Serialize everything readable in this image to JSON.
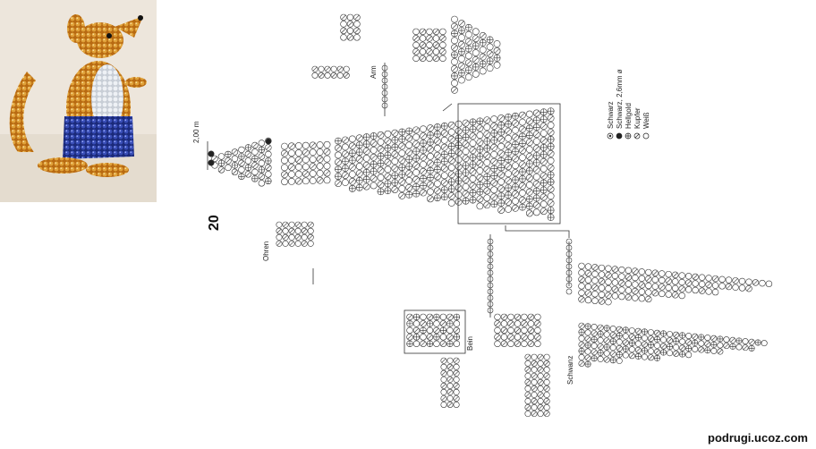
{
  "figure_number": "20",
  "labels": {
    "arm": "Arm",
    "ohren": "Ohren",
    "bein": "Bein",
    "schwanz": "Schwanz",
    "size": "2,00 m"
  },
  "legend": [
    {
      "symbol": "dot",
      "label": "Schwarz"
    },
    {
      "symbol": "filled",
      "label": "Schwarz, 2,6mm ø"
    },
    {
      "symbol": "cross",
      "label": "Hellgold"
    },
    {
      "symbol": "hatch",
      "label": "Kupfer"
    },
    {
      "symbol": "open",
      "label": "Weiß"
    }
  ],
  "watermark": "podrugi.ucoz.com",
  "icons": {
    "photo": "beaded-kangaroo-photo"
  }
}
